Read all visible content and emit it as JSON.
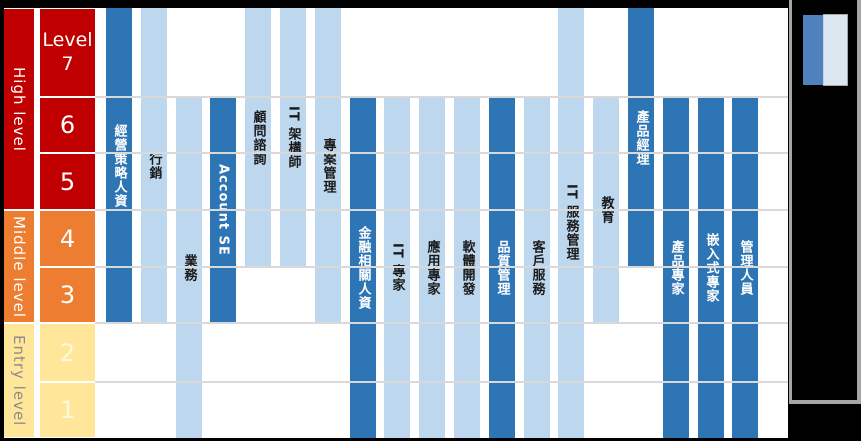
{
  "chart_data": {
    "type": "bar",
    "subtype": "floating-range-columns",
    "title": "",
    "axis": {
      "level_word": "Level",
      "level_numbers": [
        "7",
        "6",
        "5",
        "4",
        "3",
        "2",
        "1"
      ]
    },
    "level_groups": [
      {
        "name": "high",
        "label": "High level",
        "levels": [
          7,
          6,
          5
        ],
        "color": "#C00000",
        "text_color": "#FFFFFF"
      },
      {
        "name": "middle",
        "label": "Middle level",
        "levels": [
          4,
          3
        ],
        "color": "#ED7D31",
        "text_color": "#FFFFFF"
      },
      {
        "name": "entry",
        "label": "Entry level",
        "levels": [
          2,
          1
        ],
        "color": "#FFE699",
        "text_color": "#8C8C8C"
      }
    ],
    "series_colors": {
      "dark": "#2E75B6",
      "light": "#BDD7EE"
    },
    "bar_text_colors": {
      "dark": "#FFFFFF",
      "light": "#1A1A1A"
    },
    "gridline_color": "#D9D9D9",
    "bars": [
      {
        "name": "business-strategy-hr",
        "label": "經營策略人資",
        "from_level": 7,
        "to_level": 3,
        "shade": "dark"
      },
      {
        "name": "marketing",
        "label": "行銷",
        "from_level": 7,
        "to_level": 3,
        "shade": "light"
      },
      {
        "name": "sales",
        "label": "業務",
        "from_level": 6,
        "to_level": 1,
        "shade": "light"
      },
      {
        "name": "account-se",
        "label": "Account SE",
        "from_level": 6,
        "to_level": 3,
        "shade": "dark"
      },
      {
        "name": "consulting",
        "label": "顧問諮詢",
        "from_level": 7,
        "to_level": 4,
        "shade": "light"
      },
      {
        "name": "it-architect",
        "label": "IT 架構師",
        "from_level": 7,
        "to_level": 4,
        "shade": "light"
      },
      {
        "name": "project-management",
        "label": "專案管理",
        "from_level": 7,
        "to_level": 3,
        "shade": "light"
      },
      {
        "name": "finance-related-hr",
        "label": "金融相關人資",
        "from_level": 6,
        "to_level": 1,
        "shade": "dark"
      },
      {
        "name": "it-expert",
        "label": "IT 專家",
        "from_level": 6,
        "to_level": 1,
        "shade": "light"
      },
      {
        "name": "application-expert",
        "label": "應用專家",
        "from_level": 6,
        "to_level": 1,
        "shade": "light"
      },
      {
        "name": "software-development",
        "label": "軟體開發",
        "from_level": 6,
        "to_level": 1,
        "shade": "light"
      },
      {
        "name": "quality-management",
        "label": "品質管理",
        "from_level": 6,
        "to_level": 1,
        "shade": "dark"
      },
      {
        "name": "customer-service",
        "label": "客戶服務",
        "from_level": 6,
        "to_level": 1,
        "shade": "light"
      },
      {
        "name": "it-service-management",
        "label": "IT 服務管理",
        "from_level": 7,
        "to_level": 1,
        "shade": "light"
      },
      {
        "name": "education",
        "label": "教育",
        "from_level": 6,
        "to_level": 3,
        "shade": "light"
      },
      {
        "name": "product-manager",
        "label": "產品經理",
        "from_level": 7,
        "to_level": 4,
        "shade": "dark"
      },
      {
        "name": "product-expert",
        "label": "產品專家",
        "from_level": 6,
        "to_level": 1,
        "shade": "dark"
      },
      {
        "name": "embedded-expert",
        "label": "嵌入式專家",
        "from_level": 6,
        "to_level": 1,
        "shade": "dark"
      },
      {
        "name": "management-staff",
        "label": "管理人員",
        "from_level": 6,
        "to_level": 1,
        "shade": "dark"
      }
    ],
    "legend": {
      "swatches": [
        {
          "name": "dark-blue",
          "color": "#4F81BD"
        },
        {
          "name": "light-blue",
          "color": "#DCE6F1"
        }
      ]
    }
  }
}
